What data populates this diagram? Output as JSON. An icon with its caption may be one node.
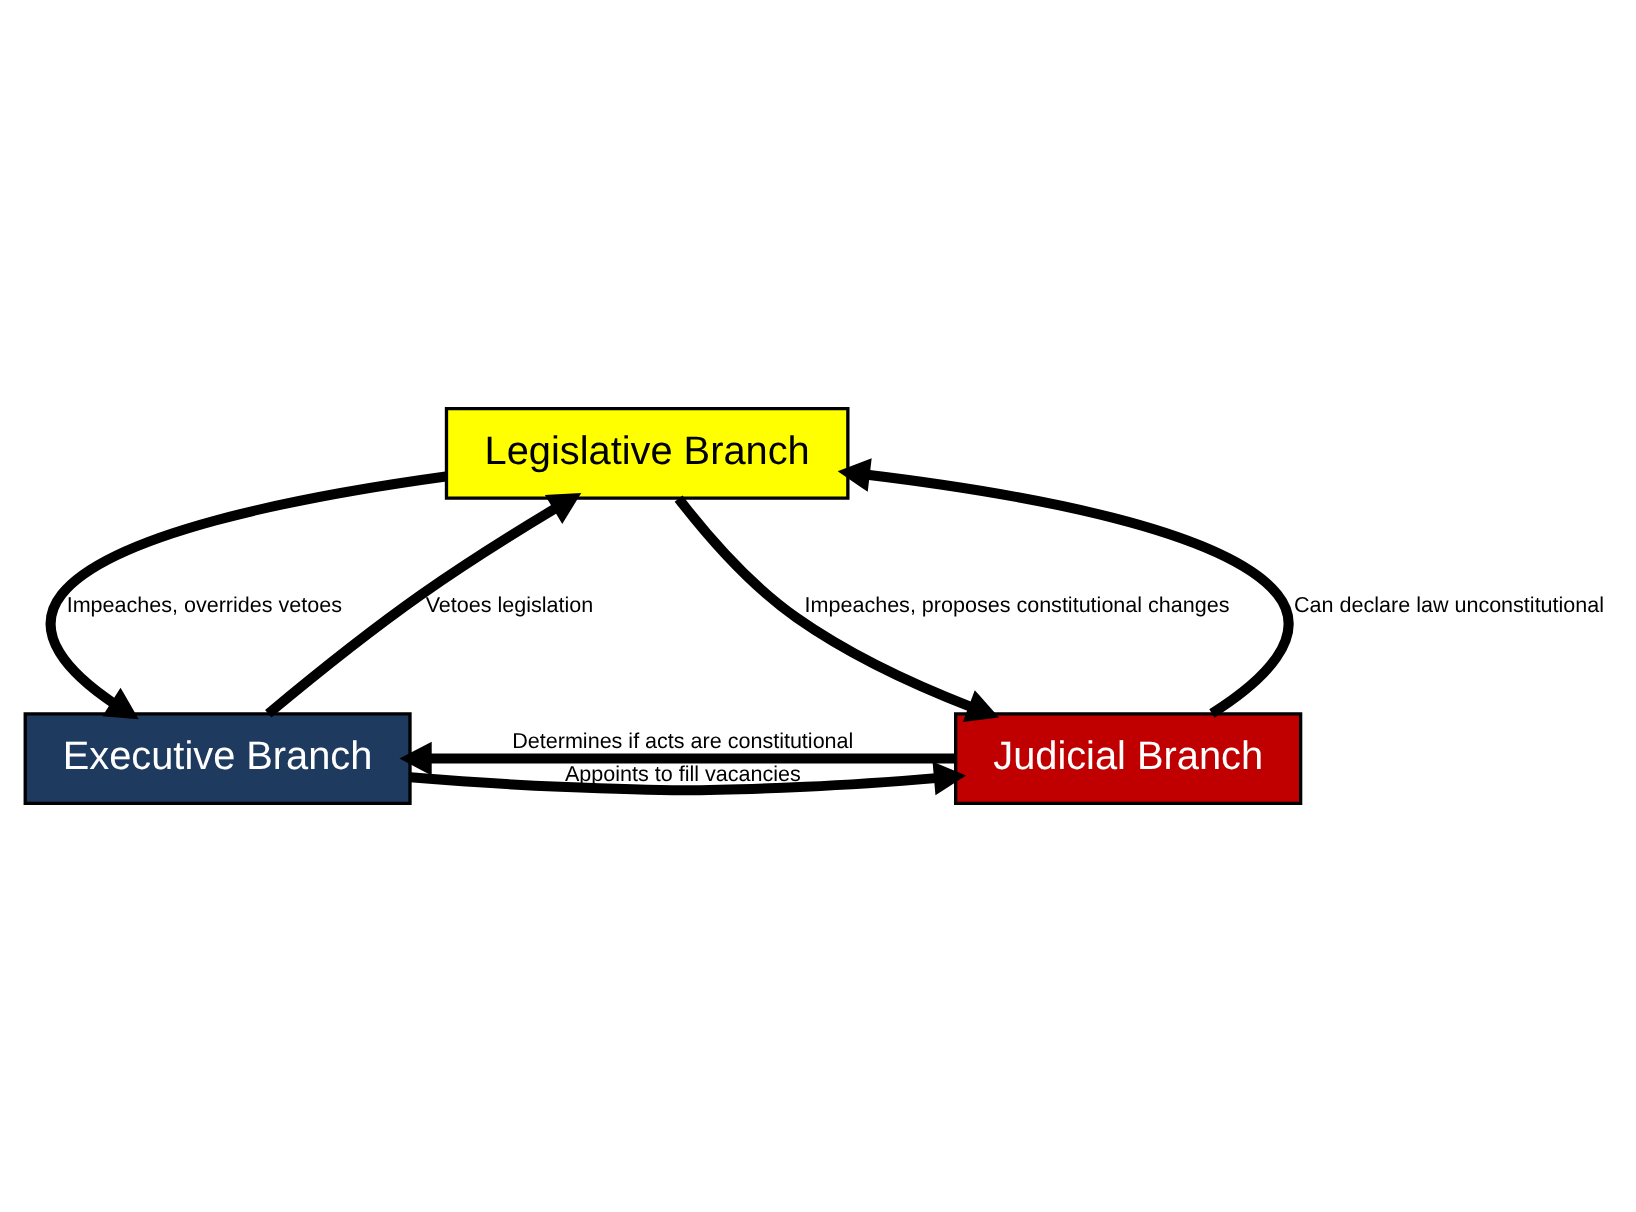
{
  "diagram": {
    "nodes": [
      {
        "text": [
          "Legislative Branch"
        ]
      },
      {
        "text": [
          "Executive Branch"
        ]
      },
      {
        "text": [
          "Judicial Branch"
        ]
      }
    ],
    "edges": [
      {
        "from": 1,
        "to": 0,
        "arrow": "to",
        "label": "Vetoes legislation"
      },
      {
        "from": 0,
        "to": 1,
        "arrow": "to",
        "label": "Impeaches, overrides vetoes"
      },
      {
        "from": 0,
        "to": 2,
        "arrow": "to",
        "label": "Impeaches, proposes constitutional changes"
      },
      {
        "from": 2,
        "to": 0,
        "arrow": "to",
        "label": "Can declare law unconstitutional"
      },
      {
        "from": 1,
        "to": 2,
        "arrow": "to",
        "label": "Appoints to fill vacancies"
      },
      {
        "from": 2,
        "to": 1,
        "arrow": "to",
        "label": "Determines if acts are constitutional"
      }
    ]
  }
}
